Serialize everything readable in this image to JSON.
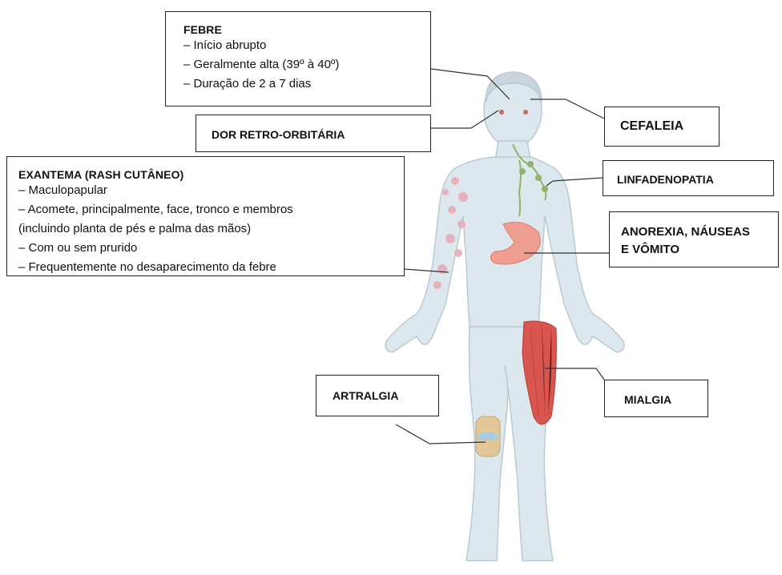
{
  "colors": {
    "skin": "#dde8ee",
    "skin_outline": "#b9cad5",
    "rash": "#e7a9b3",
    "stomach": "#ef9f92",
    "muscle": "#d9554f",
    "lymph": "#8fb36a",
    "knee": "#e4c798",
    "box_border": "#222222"
  },
  "febre": {
    "title": "FEBRE",
    "items": [
      "– Início abrupto",
      "– Geralmente alta (39º à 40º)",
      "– Duração de 2 a 7 dias"
    ]
  },
  "dor_retro": {
    "label": "DOR RETRO-ORBITÁRIA"
  },
  "cefaleia": {
    "label": "CEFALEIA"
  },
  "exantema": {
    "title": "EXANTEMA (RASH CUTÂNEO)",
    "items": [
      "– Maculopapular",
      "– Acomete, principalmente, face, tronco e membros",
      "(incluindo planta de pés e palma das mãos)",
      "– Com ou sem prurido",
      "– Frequentemente no desaparecimento da febre"
    ]
  },
  "linfadenopatia": {
    "label": "LINFADENOPATIA"
  },
  "anorexia": {
    "line1": "ANOREXIA,  NÁUSEAS",
    "line2": "E VÔMITO"
  },
  "artralgia": {
    "label": "ARTRALGIA"
  },
  "mialgia": {
    "label": "MIALGIA"
  }
}
